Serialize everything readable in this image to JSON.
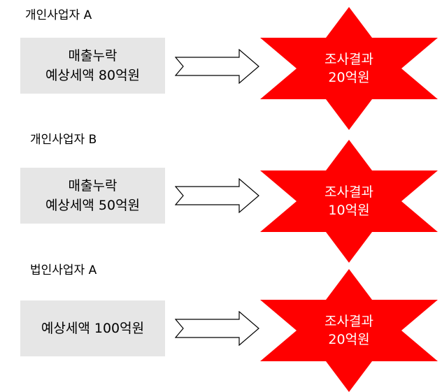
{
  "colors": {
    "box_fill": "#e6e6e6",
    "star_fill": "#ff0000",
    "star_text": "#ffffff",
    "arrow_stroke": "#000000",
    "arrow_fill": "#ffffff"
  },
  "cases": [
    {
      "title": "개인사업자 A",
      "box_lines": [
        "매출누락",
        "예상세액 80억원"
      ],
      "result_lines": [
        "조사결과",
        "20억원"
      ]
    },
    {
      "title": "개인사업자 B",
      "box_lines": [
        "매출누락",
        "예상세액 50억원"
      ],
      "result_lines": [
        "조사결과",
        "10억원"
      ]
    },
    {
      "title": "법인사업자 A",
      "box_lines": [
        "예상세액 100억원"
      ],
      "result_lines": [
        "조사결과",
        "20억원"
      ]
    }
  ]
}
